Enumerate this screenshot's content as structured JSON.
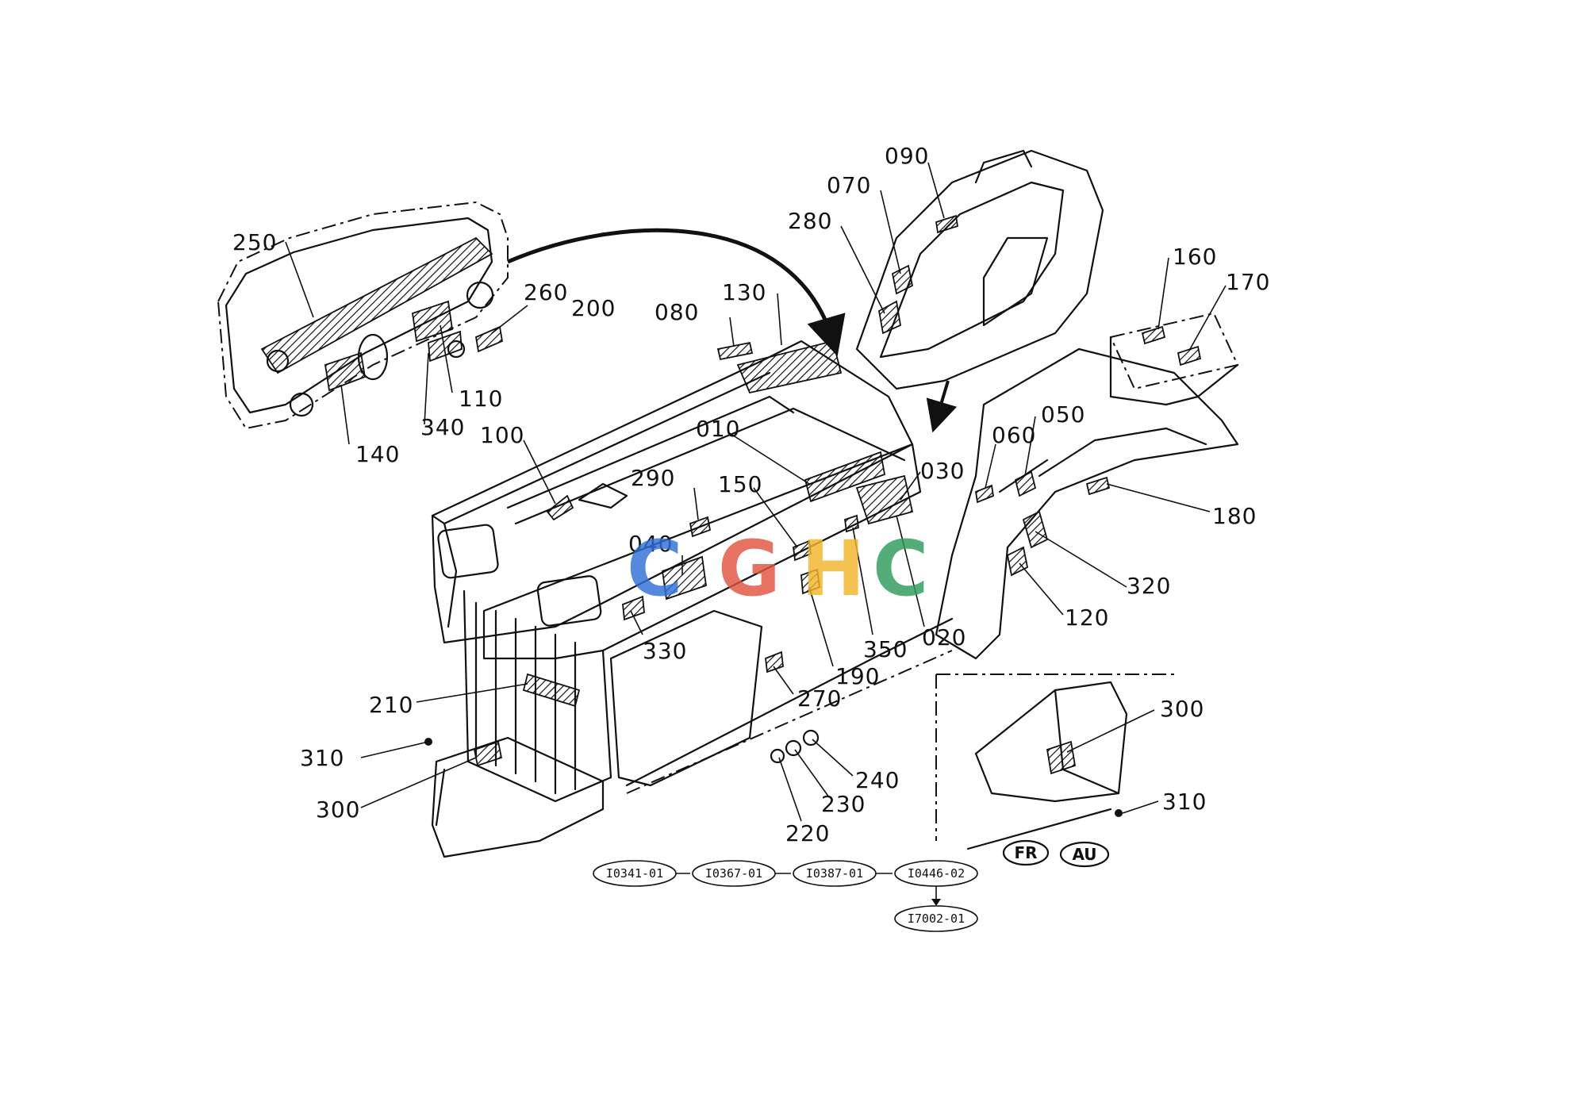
{
  "part_labels": {
    "p250": "250",
    "p260": "260",
    "p200": "200",
    "p110": "110",
    "p340": "340",
    "p140": "140",
    "p080": "080",
    "p130": "130",
    "p280": "280",
    "p070": "070",
    "p090": "090",
    "p160": "160",
    "p170": "170",
    "p100": "100",
    "p010": "010",
    "p290": "290",
    "p150": "150",
    "p030": "030",
    "p060": "060",
    "p050": "050",
    "p180": "180",
    "p040": "040",
    "p330": "330",
    "p350": "350",
    "p020": "020",
    "p320": "320",
    "p120": "120",
    "p190": "190",
    "p270": "270",
    "p210": "210",
    "p310": "310",
    "p300": "300",
    "p220": "220",
    "p230": "230",
    "p240": "240",
    "p300b": "300",
    "p310b": "310"
  },
  "serial_chain": [
    "I0341-01",
    "I0367-01",
    "I0387-01",
    "I0446-02"
  ],
  "serial_extra": "I7002-01",
  "regions": [
    "FR",
    "AU"
  ],
  "watermark": {
    "letters": [
      "C",
      "G",
      "H",
      "C"
    ],
    "colors": [
      "#2f6fd6",
      "#e0533f",
      "#f2b529",
      "#2e9a5a"
    ]
  }
}
